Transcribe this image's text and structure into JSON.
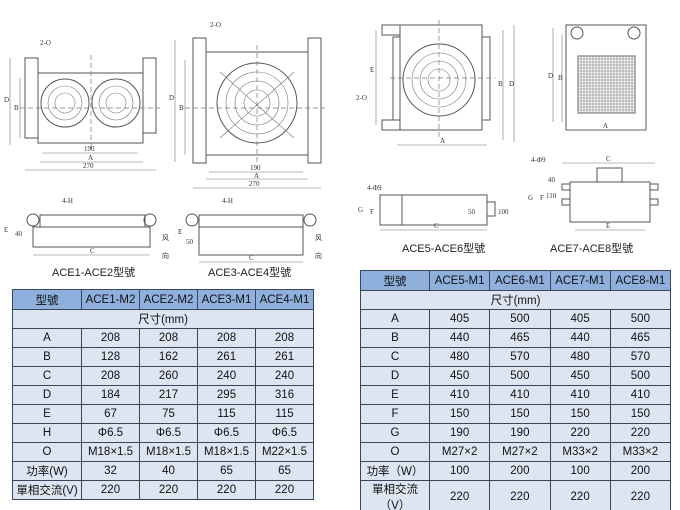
{
  "drawings": {
    "d1": {
      "caption": "ACE1-ACE2型號",
      "labels": {
        "hole": "2-O",
        "d": "D",
        "b": "B",
        "dim190": "190",
        "a": "A",
        "dim270": "270",
        "mount": "4-H",
        "e": "E",
        "dim40": "40",
        "c": "C",
        "wind1": "风",
        "wind2": "向"
      }
    },
    "d2": {
      "caption": "ACE3-ACE4型號",
      "labels": {
        "hole": "2-O",
        "d": "D",
        "b": "B",
        "dim190": "190",
        "a": "A",
        "dim270": "270",
        "mount": "4-H",
        "e": "E",
        "dim50": "50",
        "c": "C",
        "wind1": "风",
        "wind2": "向"
      }
    },
    "d3": {
      "caption": "ACE5-ACE6型號",
      "labels": {
        "e": "E",
        "hole": "2-O",
        "b": "B",
        "d": "D",
        "a": "A",
        "mount": "4-Φ9",
        "g": "G",
        "f": "F",
        "dim50": "50",
        "dim100": "100",
        "c": "C"
      }
    },
    "d4": {
      "caption": "ACE7-ACE8型號",
      "labels": {
        "d": "D",
        "b": "B",
        "a": "A",
        "mount": "4-Φ9",
        "c": "C",
        "g": "G",
        "f": "F",
        "dim40": "40",
        "dim110": "110",
        "e": "E"
      }
    }
  },
  "table_left": {
    "header": [
      "型號",
      "ACE1-M2",
      "ACE2-M2",
      "ACE3-M1",
      "ACE4-M1"
    ],
    "unit": "尺寸(mm)",
    "rows": [
      [
        "A",
        "208",
        "208",
        "208",
        "208"
      ],
      [
        "B",
        "128",
        "162",
        "261",
        "261"
      ],
      [
        "C",
        "208",
        "260",
        "240",
        "240"
      ],
      [
        "D",
        "184",
        "217",
        "295",
        "316"
      ],
      [
        "E",
        "67",
        "75",
        "115",
        "115"
      ],
      [
        "H",
        "Φ6.5",
        "Φ6.5",
        "Φ6.5",
        "Φ6.5"
      ],
      [
        "O",
        "M18×1.5",
        "M18×1.5",
        "M18×1.5",
        "M22×1.5"
      ],
      [
        "功率(W)",
        "32",
        "40",
        "65",
        "65"
      ],
      [
        "單相交流(V)",
        "220",
        "220",
        "220",
        "220"
      ]
    ]
  },
  "table_right": {
    "header": [
      "型號",
      "ACE5-M1",
      "ACE6-M1",
      "ACE7-M1",
      "ACE8-M1"
    ],
    "unit": "尺寸(mm)",
    "rows": [
      [
        "A",
        "405",
        "500",
        "405",
        "500"
      ],
      [
        "B",
        "440",
        "465",
        "440",
        "465"
      ],
      [
        "C",
        "480",
        "570",
        "480",
        "570"
      ],
      [
        "D",
        "450",
        "500",
        "450",
        "500"
      ],
      [
        "E",
        "410",
        "410",
        "410",
        "410"
      ],
      [
        "F",
        "150",
        "150",
        "150",
        "150"
      ],
      [
        "G",
        "190",
        "190",
        "220",
        "220"
      ],
      [
        "O",
        "M27×2",
        "M27×2",
        "M33×2",
        "M33×2"
      ],
      [
        "功率（W）",
        "100",
        "200",
        "100",
        "200"
      ],
      [
        "單相交流（V）",
        "220",
        "220",
        "220",
        "220"
      ]
    ]
  }
}
